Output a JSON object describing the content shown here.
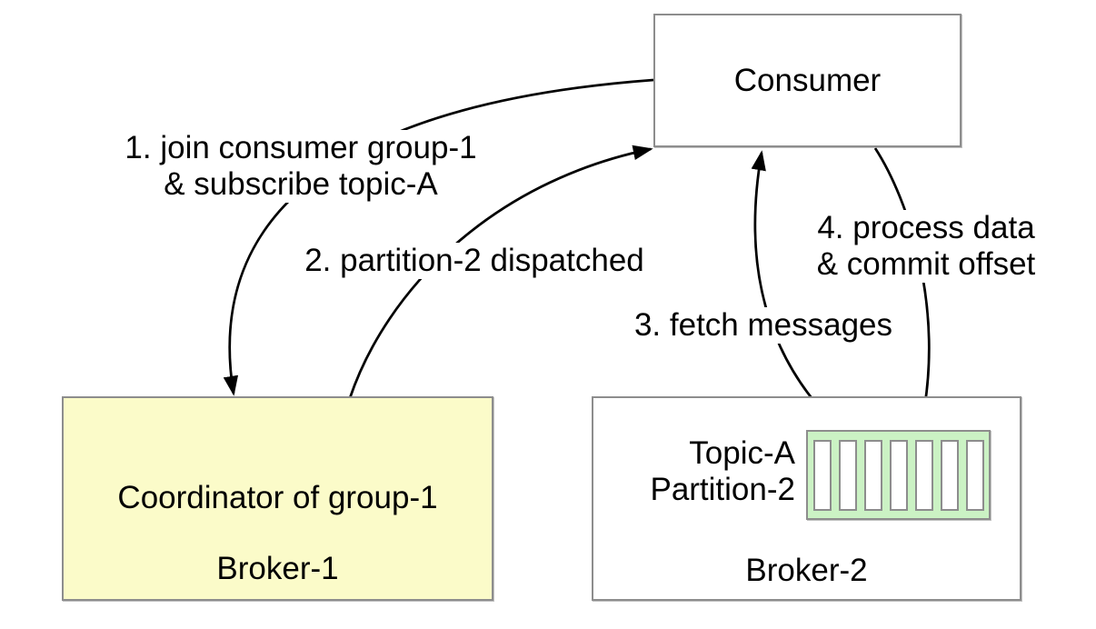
{
  "background": "#ffffff",
  "nodes": {
    "consumer": {
      "title": "Consumer",
      "fill": "#ffffff",
      "border": "#8d8d8d"
    },
    "coordinator": {
      "title": "Coordinator of group-1",
      "subtitle": "Broker-1",
      "fill": "#FBFBC9",
      "border": "#8d8d8d"
    },
    "broker2": {
      "title": "Broker-2",
      "fill": "#ffffff",
      "border": "#8d8d8d"
    },
    "partition": {
      "label": "Topic-A\nPartition-2",
      "fill": "#CBF2C4",
      "border": "#8d8d8d",
      "segment_count": 7,
      "segment_fill": "#ffffff"
    }
  },
  "steps": {
    "step1": {
      "label": "1. join consumer group-1\n& subscribe topic-A"
    },
    "step2": {
      "label": "2. partition-2 dispatched"
    },
    "step3": {
      "label": "3. fetch messages"
    },
    "step4": {
      "label": "4. process data\n& commit offset"
    }
  },
  "arrows": {
    "color": "#000000"
  }
}
